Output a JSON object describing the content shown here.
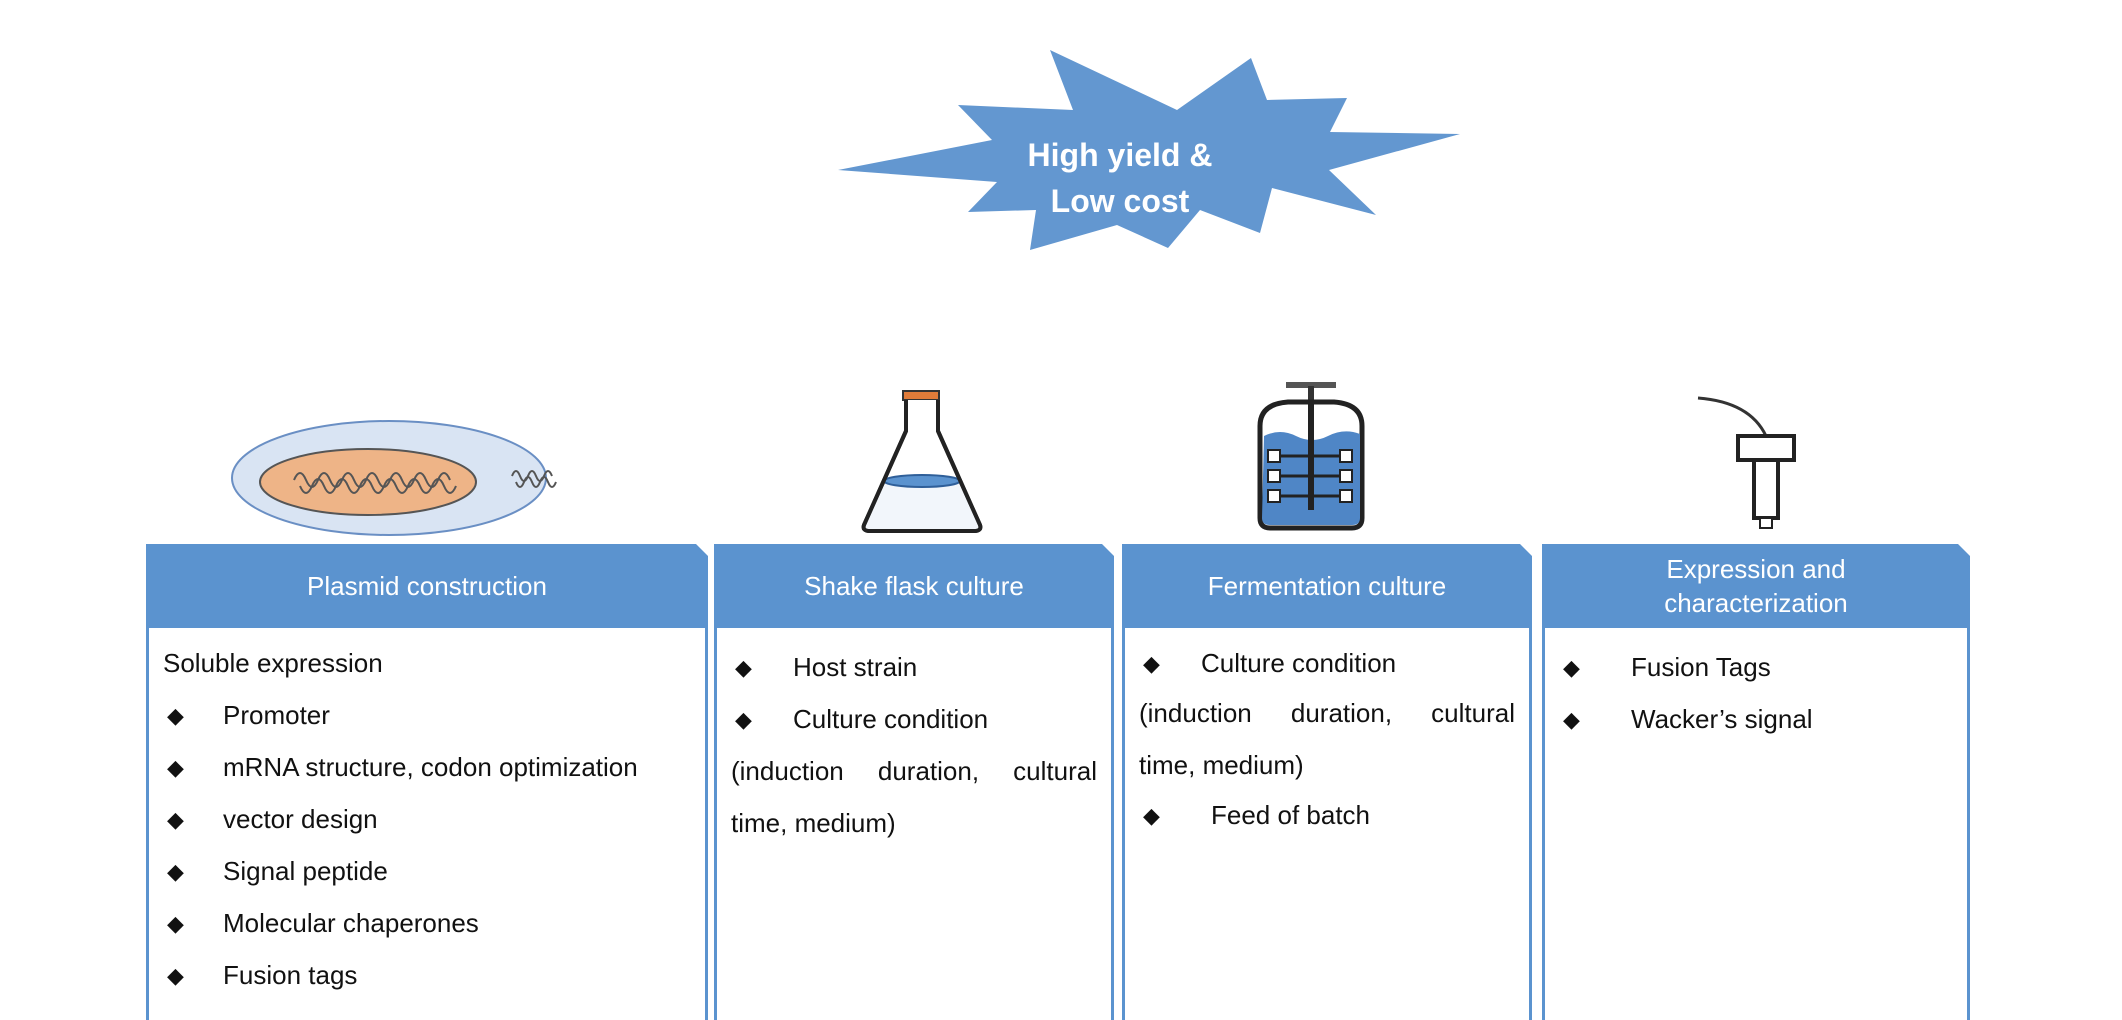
{
  "badge": {
    "line1": "High yield &",
    "line2": "Low cost"
  },
  "colors": {
    "header_blue": "#5b93cf",
    "star_blue": "#6397d0",
    "plasmid_outer": "#d9e4f3",
    "plasmid_inner": "#eeb487"
  },
  "icons": [
    "plasmid-icon",
    "shake-flask-icon",
    "fermenter-icon",
    "probe-icon",
    "bullet-diamond-icon"
  ],
  "columns": [
    {
      "title": "Plasmid construction",
      "intro": "Soluble expression",
      "bullets": [
        "Promoter",
        "mRNA structure, codon optimization",
        "vector design",
        "Signal peptide",
        "Molecular chaperones",
        "Fusion tags"
      ]
    },
    {
      "title": "Shake flask culture",
      "bullets": [
        "Host strain",
        "Culture condition"
      ],
      "note_line1": "(induction duration, cultural",
      "note_line2": "time, medium)"
    },
    {
      "title": "Fermentation culture",
      "bullets": [
        "Culture condition",
        "Feed of batch"
      ],
      "note_line1": "(induction duration, cultural",
      "note_line2": "time, medium)"
    },
    {
      "title_line1": "Expression and",
      "title_line2": "characterization",
      "bullets": [
        "Fusion Tags",
        "Wacker’s signal"
      ]
    }
  ]
}
